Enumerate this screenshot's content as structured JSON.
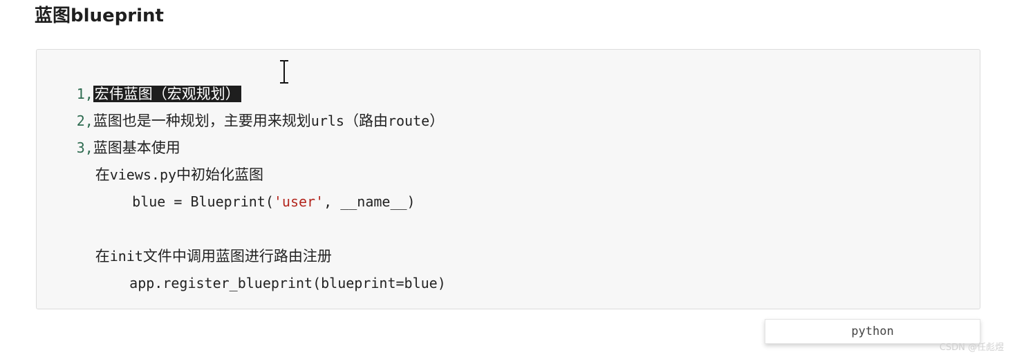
{
  "heading": "蓝图blueprint",
  "code": {
    "line1": {
      "num": "1,",
      "text": "宏伟蓝图（宏观规划）"
    },
    "line2": {
      "num": "2,",
      "text_cn1": "蓝图也是一种规划，主要用来规划",
      "mono": "urls",
      "text_cn2": "（路由",
      "mono2": "route",
      "text_cn3": "）"
    },
    "line3": {
      "num": "3,",
      "text": "蓝图基本使用"
    },
    "line4": {
      "text_cn1": "在",
      "mono": "views.py",
      "text_cn2": "中初始化蓝图"
    },
    "line5": {
      "code_start": "blue = Blueprint(",
      "string": "'user'",
      "code_end": ", __name__)"
    },
    "line6": {
      "text_cn1": "在",
      "mono": "init",
      "text_cn2": "文件中调用蓝图进行路由注册"
    },
    "line7": {
      "code": "app.register_blueprint(blueprint=blue)"
    }
  },
  "language_tag": "python",
  "watermark": "CSDN @任彪煜",
  "icons": {
    "cursor": "text-cursor-icon"
  }
}
